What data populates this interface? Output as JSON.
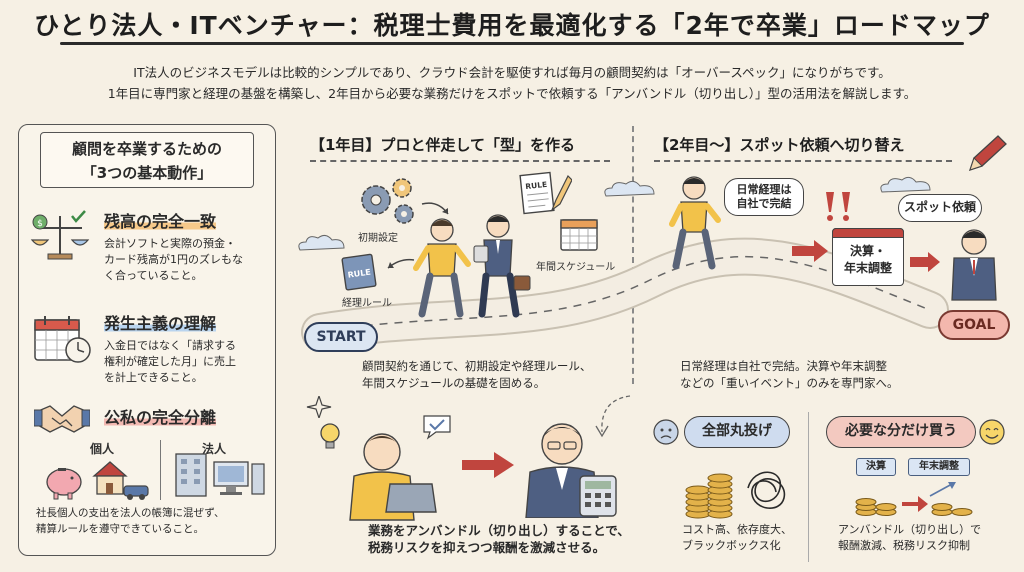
{
  "header": {
    "title": "ひとり法人・ITベンチャー：税理士費用を最適化する「2年で卒業」ロードマップ",
    "intro_line1": "IT法人のビジネスモデルは比較的シンプルであり、クラウド会計を駆使すれば毎月の顧問契約は「オーバースペック」になりがちです。",
    "intro_line2": "1年目に専門家と経理の基盤を構築し、2年目から必要な業務だけをスポットで依頼する「アンバンドル（切り出し）」型の活用法を解説します。"
  },
  "left_panel": {
    "title_line1": "顧問を卒業するための",
    "title_line2": "「3つの基本動作」",
    "steps": [
      {
        "head": "残高の完全一致",
        "body": [
          "会計ソフトと実際の預金・",
          "カード残高が1円のズレもな",
          "く合っていること。"
        ]
      },
      {
        "head": "発生主義の理解",
        "body": [
          "入金日ではなく「請求する",
          "権利が確定した月」に売上",
          "を計上できること。"
        ]
      },
      {
        "head": "公私の完全分離",
        "body": [
          "社長個人の支出を法人の帳簿に混ぜず、",
          "精算ルールを遵守できていること。"
        ]
      }
    ],
    "personal_label": "個人",
    "corporate_label": "法人"
  },
  "year1": {
    "heading": "【1年目】プロと伴走して「型」を作る",
    "label_initial_setup": "初期設定",
    "label_rule_book": "RULE",
    "label_rule_doc": "RULE",
    "label_accounting_rules": "経理ルール",
    "label_annual_schedule": "年間スケジュール",
    "start_label": "START",
    "caption_line1": "顧問契約を通じて、初期設定や経理ルール、",
    "caption_line2": "年間スケジュールの基礎を固める。"
  },
  "year2": {
    "heading": "【2年目〜】スポット依頼へ切り替え",
    "bubble_daily_line1": "日常経理は",
    "bubble_daily_line2": "自社で完結",
    "bubble_spot": "スポット依頼",
    "calendar_line1": "決算・",
    "calendar_line2": "年末調整",
    "goal_label": "GOAL",
    "caption_line1": "日常経理は自社で完結。決算や年末調整",
    "caption_line2": "などの「重いイベント」のみを専門家へ。"
  },
  "bottom_left": {
    "caption_line1": "業務をアンバンドル（切り出し）することで、",
    "caption_line2": "税務リスクを抑えつつ報酬を激減させる。"
  },
  "bottom_right": {
    "tag_all": "全部丸投げ",
    "all_line1": "コスト高、依存度大、",
    "all_line2": "ブラックボックス化",
    "tag_need": "必要な分だけ買う",
    "mini_kessan": "決算",
    "mini_nenmatsu": "年末調整",
    "need_line1": "アンバンドル（切り出し）で",
    "need_line2": "報酬激減、税務リスク抑制"
  },
  "colors": {
    "background": "#f6f0e4",
    "highlight_orange": "#f7c98a",
    "highlight_blue": "#b9d4ef",
    "highlight_pink": "#f3b9b2",
    "arrow_red": "#c0453e",
    "start_blue": "#dce6f2",
    "goal_pink": "#f3b7ad"
  }
}
